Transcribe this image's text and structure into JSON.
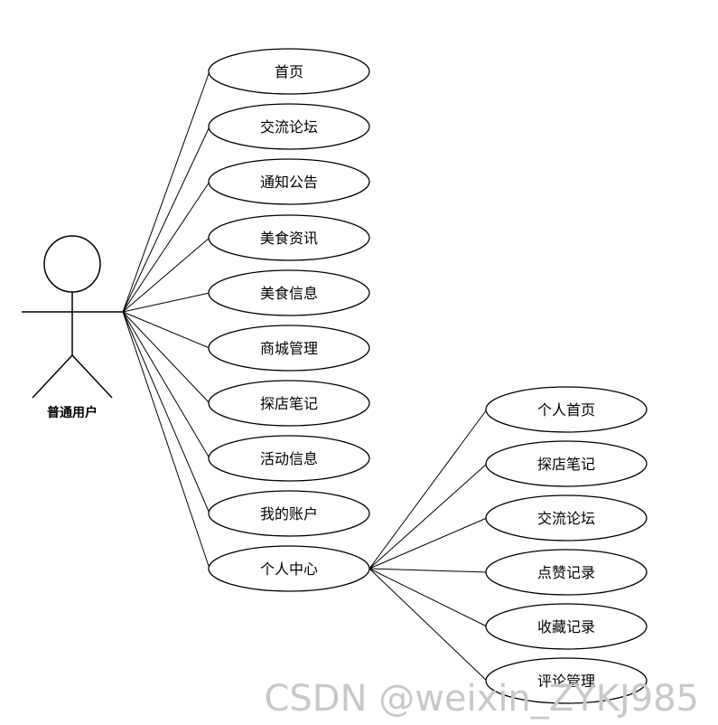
{
  "actor": {
    "name": "普通用户"
  },
  "main_use_cases": [
    "首页",
    "交流论坛",
    "通知公告",
    "美食资讯",
    "美食信息",
    "商城管理",
    "探店笔记",
    "活动信息",
    "我的账户",
    "个人中心"
  ],
  "sub_use_cases": [
    "个人首页",
    "探店笔记",
    "交流论坛",
    "点赞记录",
    "收藏记录",
    "评论管理"
  ],
  "watermark": "CSDN @weixin_ZYKJ985"
}
